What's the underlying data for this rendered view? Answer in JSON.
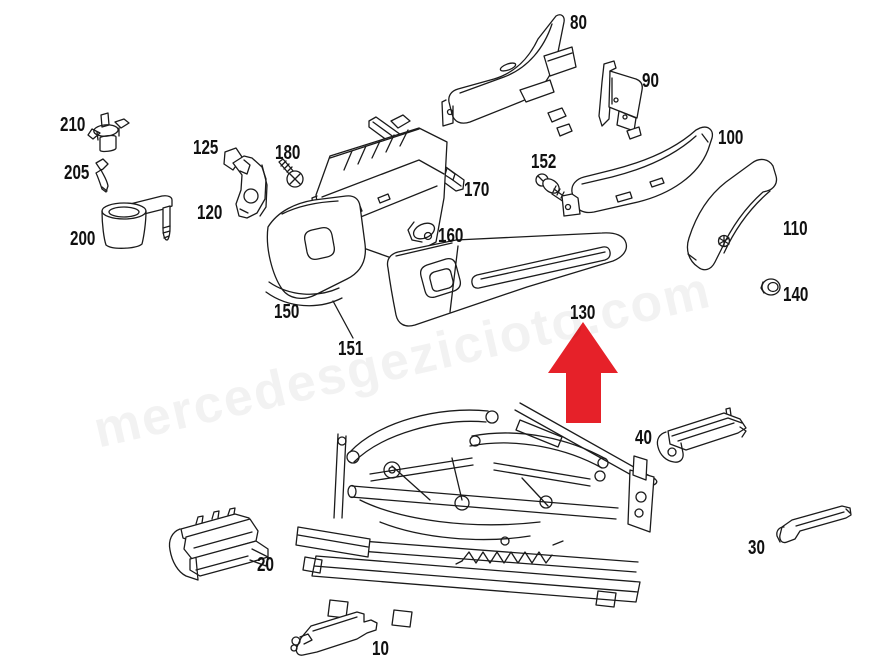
{
  "canvas": {
    "background": "#ffffff",
    "line_color": "#1b1b1b"
  },
  "watermark": {
    "text": "mercedesgezicioto.com"
  },
  "arrow": {
    "color": "#e62129",
    "direction": "up",
    "points_to_part": "130"
  },
  "labels": [
    {
      "part": "80",
      "text": "80"
    },
    {
      "part": "90",
      "text": "90"
    },
    {
      "part": "100",
      "text": "100"
    },
    {
      "part": "110",
      "text": "110"
    },
    {
      "part": "140",
      "text": "140"
    },
    {
      "part": "152",
      "text": "152"
    },
    {
      "part": "210",
      "text": "210"
    },
    {
      "part": "205",
      "text": "205"
    },
    {
      "part": "200",
      "text": "200"
    },
    {
      "part": "125",
      "text": "125"
    },
    {
      "part": "180",
      "text": "180"
    },
    {
      "part": "120",
      "text": "120"
    },
    {
      "part": "170",
      "text": "170"
    },
    {
      "part": "160",
      "text": "160"
    },
    {
      "part": "150",
      "text": "150"
    },
    {
      "part": "151",
      "text": "151"
    },
    {
      "part": "130",
      "text": "130"
    },
    {
      "part": "40",
      "text": "40"
    },
    {
      "part": "30",
      "text": "30"
    },
    {
      "part": "20",
      "text": "20"
    },
    {
      "part": "10",
      "text": "10"
    }
  ]
}
